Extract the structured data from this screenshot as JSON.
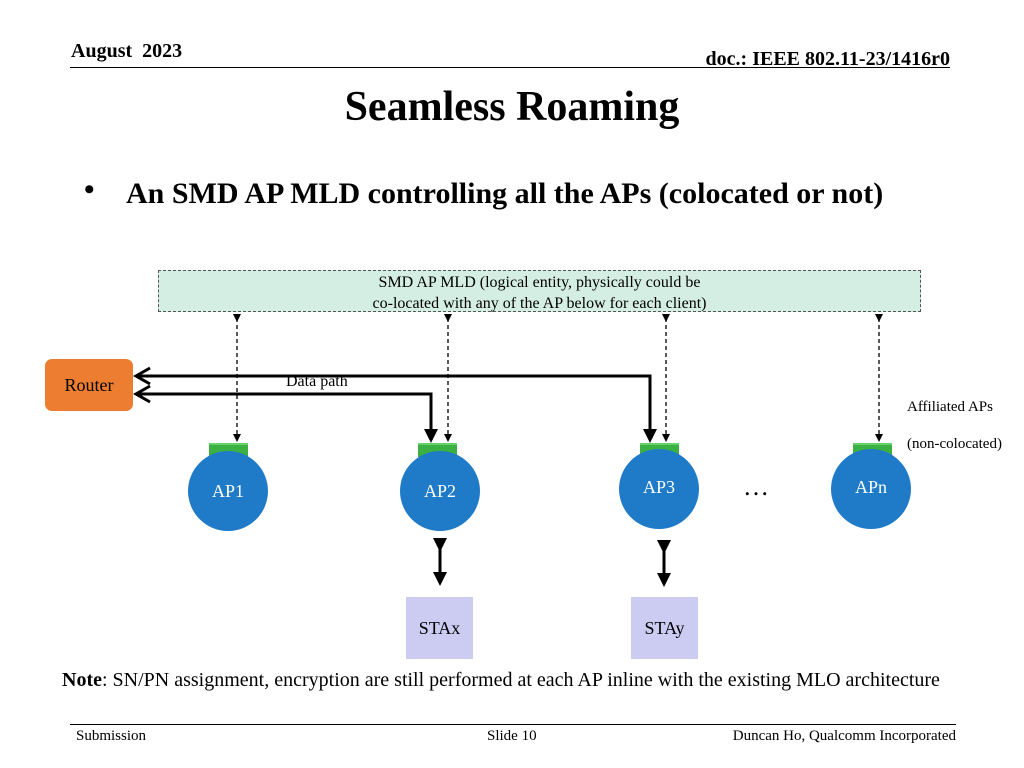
{
  "header": {
    "date": "August  2023",
    "doc": "doc.: IEEE 802.11-23/1416r0"
  },
  "title": "Seamless Roaming",
  "bullet": "An SMD AP MLD controlling all the APs (colocated or not)",
  "diagram": {
    "mld_line1": "SMD AP MLD (logical entity, physically could be",
    "mld_line2": "co-located with any of the AP below for each client)",
    "router": "Router",
    "data_path": "Data path",
    "affiliated_line1": "Affiliated APs",
    "affiliated_line2": "(non-colocated)",
    "aps": [
      "AP1",
      "AP2",
      "AP3",
      "APn"
    ],
    "ellipsis": "…",
    "stas": [
      "STAx",
      "STAy"
    ],
    "colors": {
      "mld_box": "#d4eee3",
      "router": "#ed7d31",
      "ap": "#1f7bc8",
      "ap_top": "#3cb043",
      "sta": "#ccccf2"
    }
  },
  "note": {
    "label": "Note",
    "text": ": SN/PN assignment, encryption are still performed at each AP inline with the existing MLO architecture"
  },
  "footer": {
    "left": "Submission",
    "center": "Slide 10",
    "right": "Duncan Ho, Qualcomm Incorporated"
  }
}
